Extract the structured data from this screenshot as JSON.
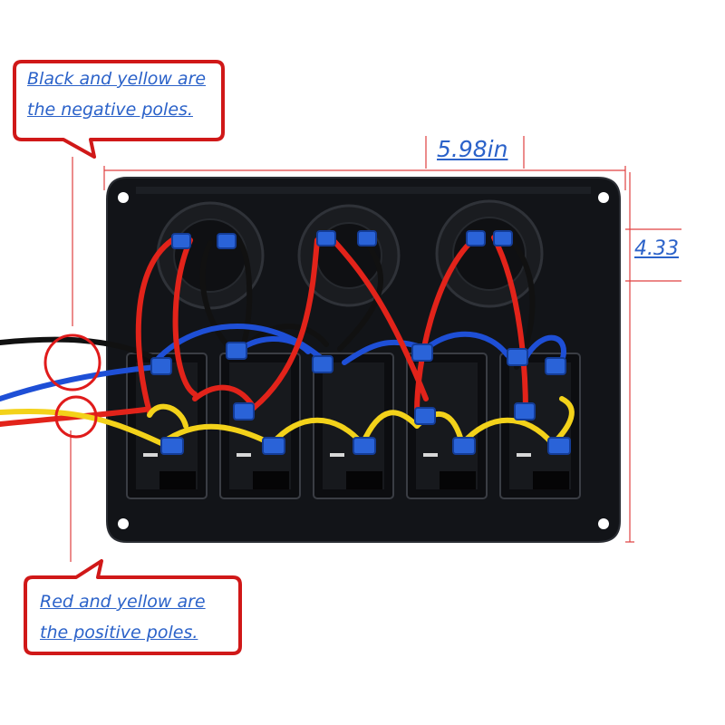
{
  "callouts": {
    "negative": {
      "line1": "Black and yellow are",
      "line2": "the negative poles."
    },
    "positive": {
      "line1": "Red and yellow are",
      "line2": "the positive poles."
    }
  },
  "dimensions": {
    "width_label": "5.98in",
    "height_label": "4.33"
  },
  "panel": {
    "switch_count": 5,
    "socket_count": 3
  },
  "colors": {
    "callout_border": "#d01818",
    "text": "#2b62c9",
    "dimension_line": "#e04040",
    "wire_red": "#e2231a",
    "wire_yellow": "#f3d21a",
    "wire_blue": "#1e4fd6",
    "wire_black": "#111111",
    "panel": "#121418"
  }
}
